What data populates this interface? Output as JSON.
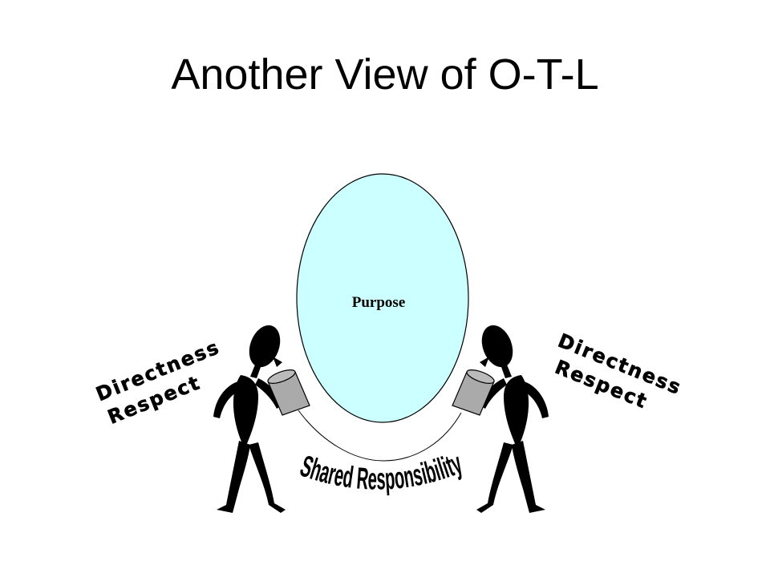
{
  "slide": {
    "title": "Another View of O-T-L",
    "center_label": "Purpose",
    "left_label_line1": "Directness",
    "left_label_line2": "Respect",
    "right_label_line1": "Directness",
    "right_label_line2": "Respect",
    "bottom_label": "Shared Responsibility"
  },
  "colors": {
    "oval_fill": "#ccffff",
    "cup_fill": "#aaaaaa",
    "figure_fill": "#000000"
  }
}
